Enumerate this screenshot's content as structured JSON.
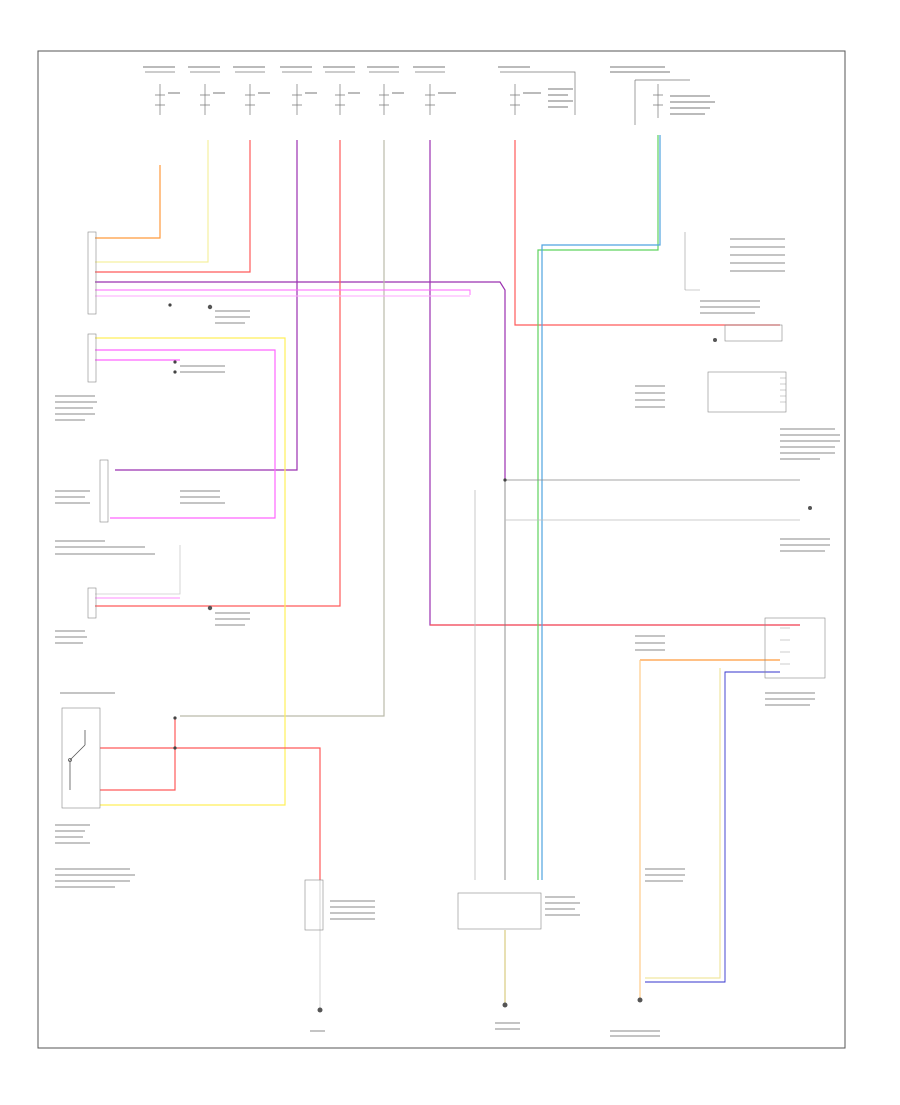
{
  "diagram": {
    "page_footer": "",
    "wire_colors": {
      "red": "#ff5a5a",
      "orange": "#ff9a3c",
      "yellow": "#ffef5a",
      "light_yellow": "#f5f0a0",
      "purple": "#9b30b0",
      "pink": "#ff66ff",
      "green": "#5fd35f",
      "blue": "#4fa3e0",
      "light_blue": "#8fd0ff",
      "navy": "#3333cc",
      "black": "#444444",
      "tan": "#f0e6a0",
      "brown": "#b07050",
      "gray": "#999999"
    },
    "components": [
      {
        "id": "fuse-block",
        "icon": "fuse-icon"
      },
      {
        "id": "ground-point",
        "icon": "ground-icon"
      },
      {
        "id": "switch-contact",
        "icon": "switch-icon"
      },
      {
        "id": "splice-point",
        "icon": "splice-icon"
      }
    ]
  }
}
